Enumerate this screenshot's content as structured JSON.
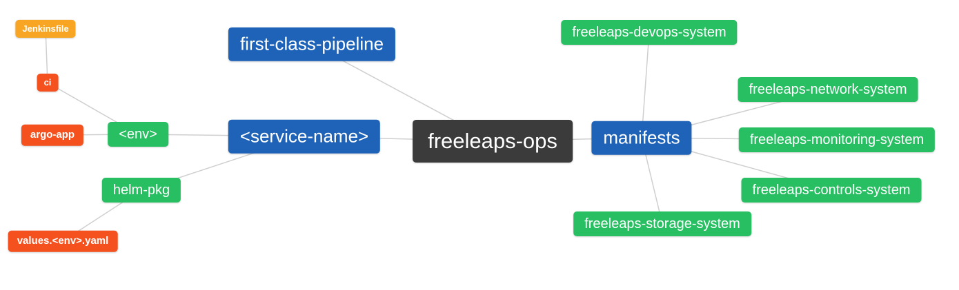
{
  "diagram": {
    "type": "mindmap",
    "root_label": "freeleaps-ops"
  },
  "palette": {
    "root_bg": "#3b3b3b",
    "branch_bg": "#1f63b8",
    "leaf_green_bg": "#27bf62",
    "leaf_red_bg": "#f4511e",
    "leaf_amber_bg": "#f7a522",
    "edge": "#cfcfcf",
    "text": "#ffffff",
    "page_bg": "#ffffff"
  },
  "nodes": {
    "root": {
      "label": "freeleaps-ops"
    },
    "first_class_pipeline": {
      "label": "first-class-pipeline"
    },
    "service_name": {
      "label": "<service-name>"
    },
    "env": {
      "label": "<env>"
    },
    "ci": {
      "label": "ci"
    },
    "jenkinsfile": {
      "label": "Jenkinsfile"
    },
    "argo_app": {
      "label": "argo-app"
    },
    "helm_pkg": {
      "label": "helm-pkg"
    },
    "values_env_yaml": {
      "label": "values.<env>.yaml"
    },
    "manifests": {
      "label": "manifests"
    },
    "devops_system": {
      "label": "freeleaps-devops-system"
    },
    "network_system": {
      "label": "freeleaps-network-system"
    },
    "monitoring_system": {
      "label": "freeleaps-monitoring-system"
    },
    "controls_system": {
      "label": "freeleaps-controls-system"
    },
    "storage_system": {
      "label": "freeleaps-storage-system"
    }
  },
  "edges": [
    [
      "freeleaps-ops",
      "first-class-pipeline"
    ],
    [
      "freeleaps-ops",
      "<service-name>"
    ],
    [
      "freeleaps-ops",
      "manifests"
    ],
    [
      "<service-name>",
      "<env>"
    ],
    [
      "<service-name>",
      "helm-pkg"
    ],
    [
      "<env>",
      "ci"
    ],
    [
      "<env>",
      "argo-app"
    ],
    [
      "ci",
      "Jenkinsfile"
    ],
    [
      "helm-pkg",
      "values.<env>.yaml"
    ],
    [
      "manifests",
      "freeleaps-devops-system"
    ],
    [
      "manifests",
      "freeleaps-network-system"
    ],
    [
      "manifests",
      "freeleaps-monitoring-system"
    ],
    [
      "manifests",
      "freeleaps-controls-system"
    ],
    [
      "manifests",
      "freeleaps-storage-system"
    ]
  ]
}
